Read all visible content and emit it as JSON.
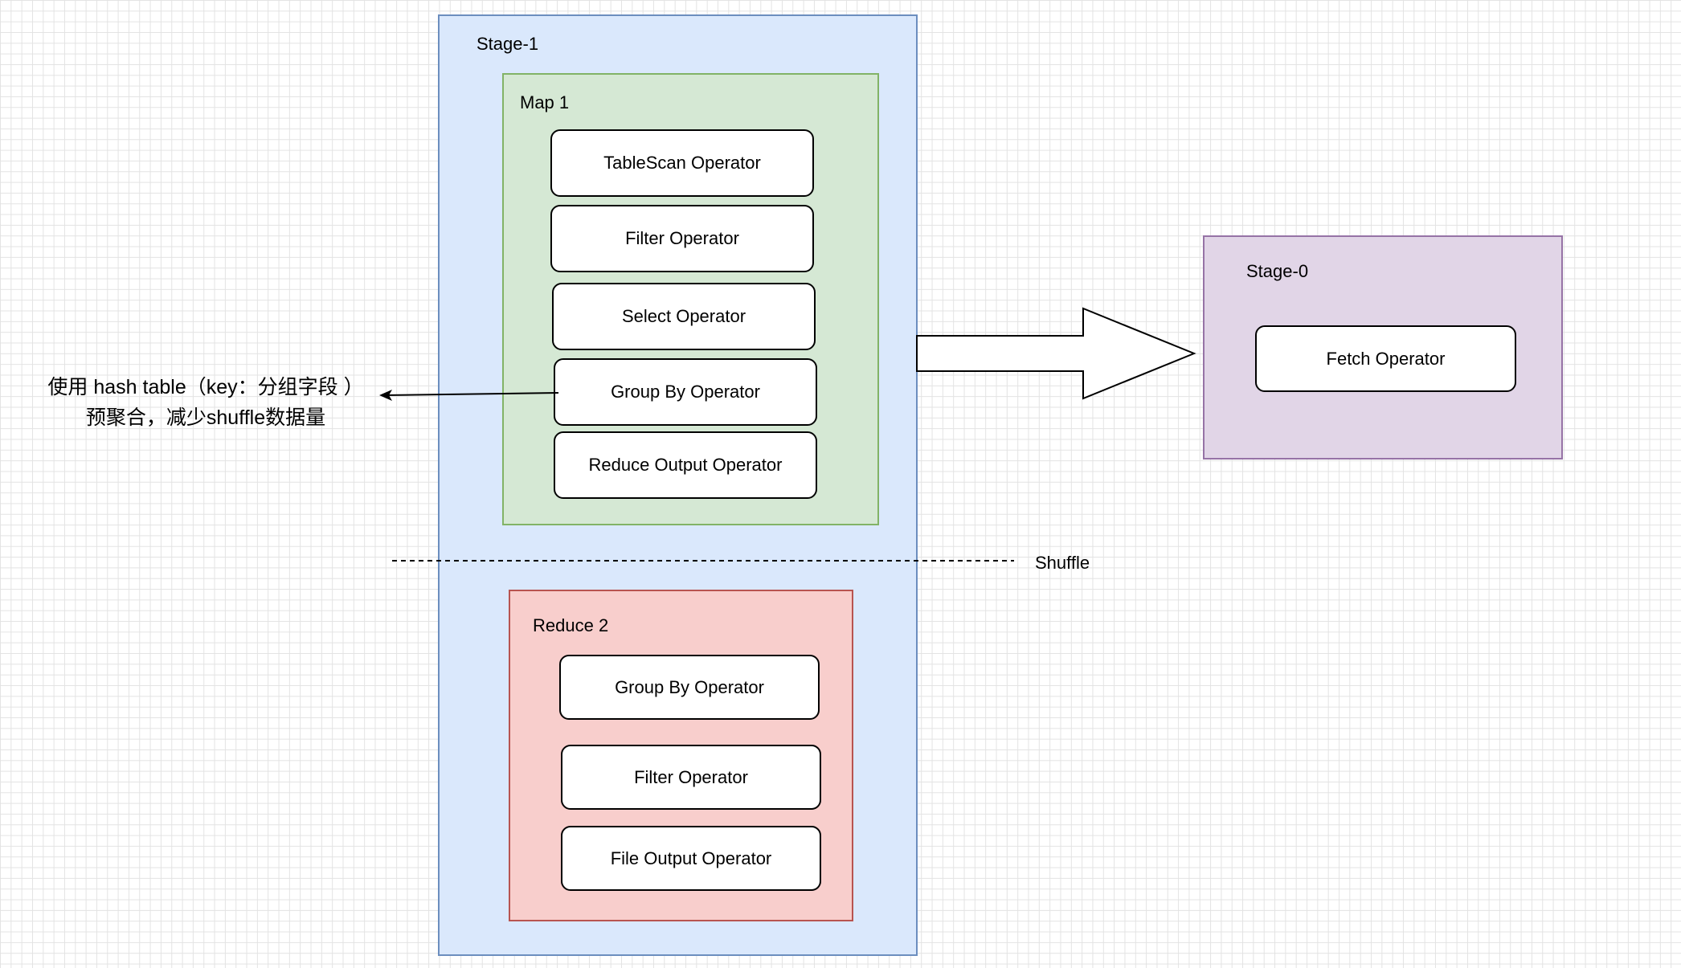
{
  "stage1": {
    "label": "Stage-1"
  },
  "map1": {
    "label": "Map 1",
    "operators": [
      "TableScan Operator",
      "Filter Operator",
      "Select Operator",
      "Group By Operator",
      "Reduce Output Operator"
    ]
  },
  "reduce2": {
    "label": "Reduce 2",
    "operators": [
      "Group By Operator",
      "Filter Operator",
      "File Output Operator"
    ]
  },
  "stage0": {
    "label": "Stage-0",
    "operators": [
      "Fetch Operator"
    ]
  },
  "shuffle": {
    "label": "Shuffle"
  },
  "annotation": {
    "line1": "使用 hash table（key：分组字段 ）",
    "line2": "预聚合，减少shuffle数据量"
  },
  "colors": {
    "stage1_fill": "#dae8fc",
    "stage1_border": "#6c8ebf",
    "map_fill": "#d5e8d4",
    "map_border": "#82b366",
    "reduce_fill": "#f8cecc",
    "reduce_border": "#b85450",
    "stage0_fill": "#e1d5e7",
    "stage0_border": "#9673a6"
  }
}
